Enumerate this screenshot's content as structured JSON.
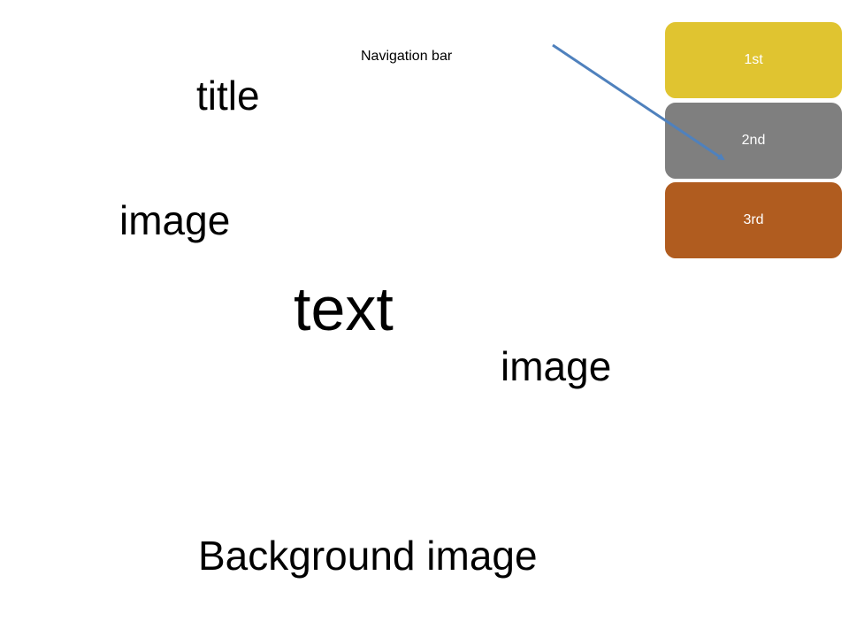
{
  "labels": {
    "navigation_bar": "Navigation bar",
    "title": "title",
    "image_1": "image",
    "text": "text",
    "image_2": "image",
    "background_image": "Background image"
  },
  "nav_items": [
    {
      "label": "1st",
      "color": "#E0C430"
    },
    {
      "label": "2nd",
      "color": "#7F7F7F"
    },
    {
      "label": "3rd",
      "color": "#B05C1F"
    }
  ],
  "arrow_color": "#4F81BD"
}
